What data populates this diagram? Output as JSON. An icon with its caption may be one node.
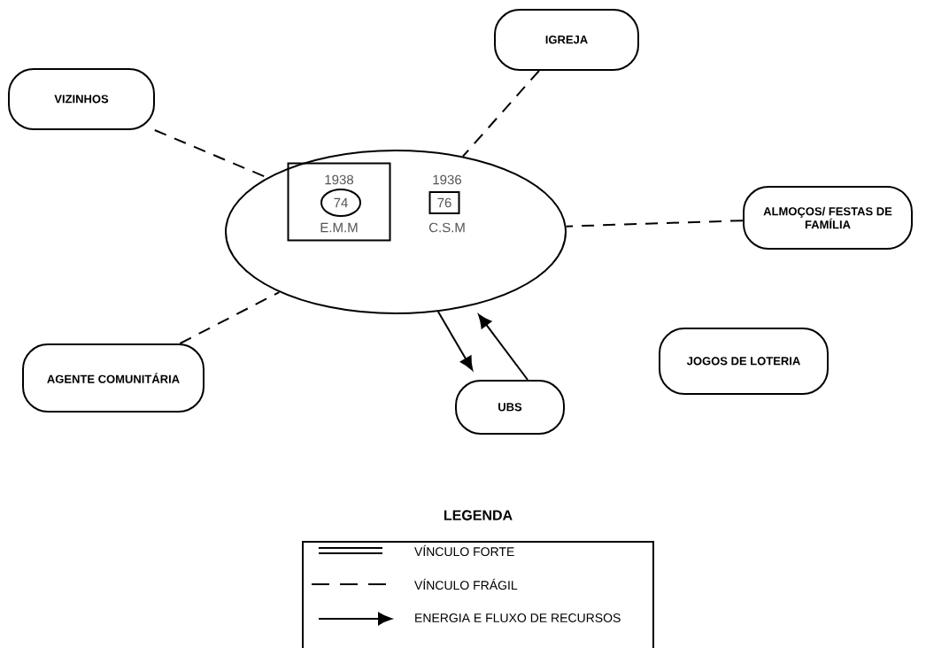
{
  "diagram": {
    "nodes": [
      {
        "text": [],
        "shape": "circle"
      },
      {
        "text": [
          "1938",
          "E.M.M"
        ],
        "in": 0
      },
      {
        "text": [
          "74"
        ],
        "in": 1
      },
      {
        "text": [
          "76"
        ],
        "in": 0,
        "beside": [
          "1936",
          "C.S.M"
        ]
      },
      {
        "text": [
          "VIZINHOS"
        ]
      },
      {
        "text": [
          "IGREJA"
        ]
      },
      {
        "text": [
          "ALMOÇOS/ FESTAS DE FAMÍLIA"
        ]
      },
      {
        "text": [
          "AGENTE COMUNITÁRIA"
        ]
      },
      {
        "text": [
          "UBS"
        ]
      },
      {
        "text": [
          "JOGOS DE LOTERIA"
        ]
      }
    ],
    "edges": [
      {
        "from": 4,
        "to": 0,
        "arrow": "none",
        "style": "dashed"
      },
      {
        "from": 5,
        "to": 0,
        "arrow": "none",
        "style": "dashed"
      },
      {
        "from": 6,
        "to": 0,
        "arrow": "none",
        "style": "dashed"
      },
      {
        "from": 7,
        "to": 0,
        "arrow": "none",
        "style": "dashed"
      },
      {
        "from": 0,
        "to": 8,
        "arrow": "to"
      },
      {
        "from": 8,
        "to": 0,
        "arrow": "to"
      }
    ],
    "labels": [
      "LEGENDA"
    ],
    "legend": [
      {
        "text": "VÍNCULO FORTE"
      },
      {
        "text": "VÍNCULO FRÁGIL"
      },
      {
        "text": "ENERGIA E FLUXO DE RECURSOS"
      }
    ]
  }
}
